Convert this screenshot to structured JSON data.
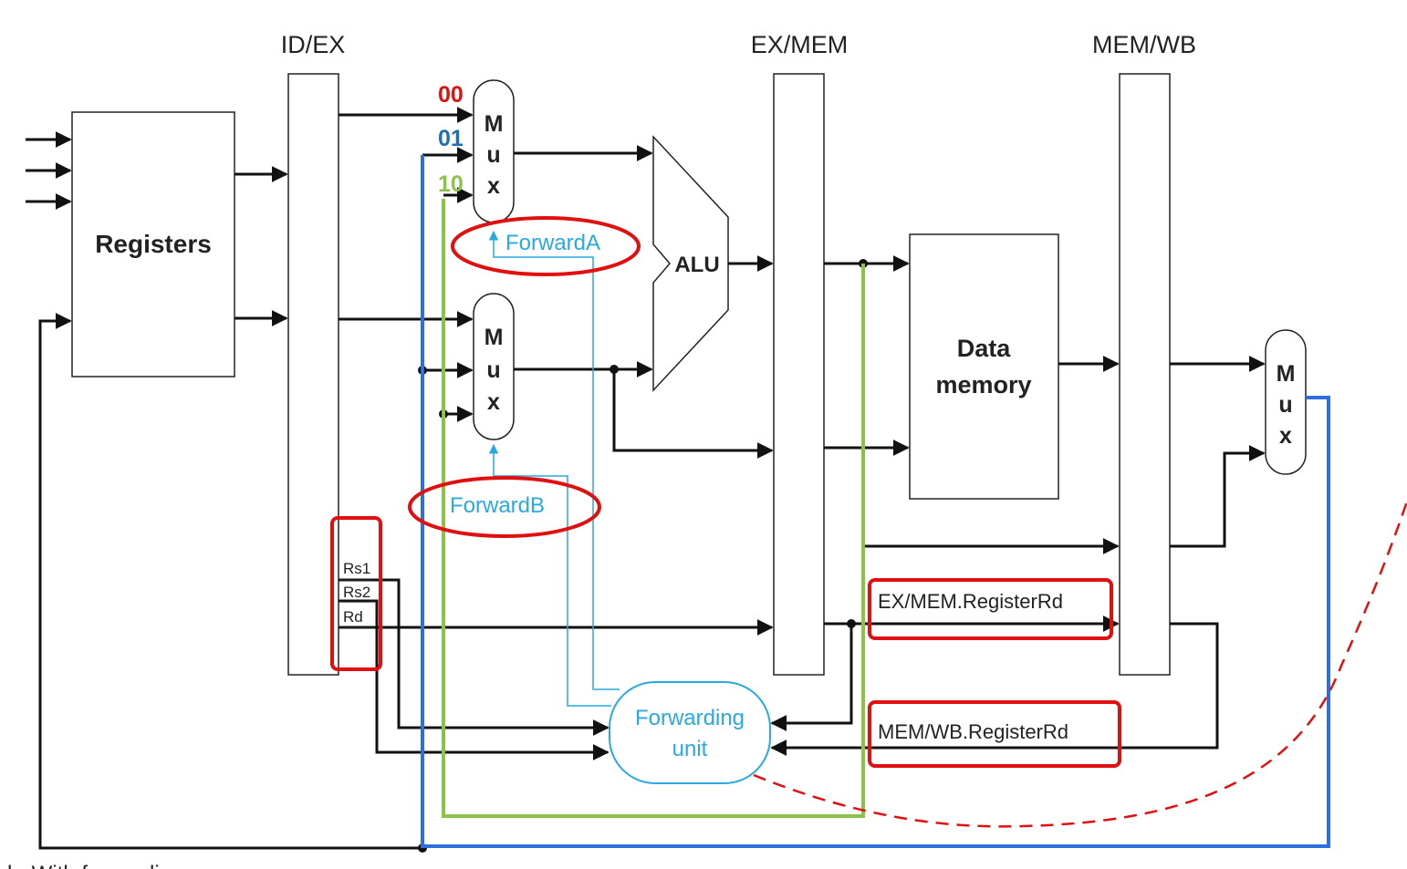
{
  "colors": {
    "wire": "#111111",
    "forward_control": "#29a9e0",
    "highlight": "#e01010",
    "mem_path": "#8bc34a",
    "wb_path": "#2e6fe0",
    "code_00": "#e01010",
    "code_01": "#1f6fb5",
    "code_10": "#8bc34a"
  },
  "pipeline_registers": {
    "id_ex": "ID/EX",
    "ex_mem": "EX/MEM",
    "mem_wb": "MEM/WB"
  },
  "blocks": {
    "registers": "Registers",
    "alu": "ALU",
    "data_memory_line1": "Data",
    "data_memory_line2": "memory",
    "forwarding_unit_line1": "Forwarding",
    "forwarding_unit_line2": "unit"
  },
  "mux": {
    "m": "M",
    "u": "u",
    "x": "x"
  },
  "mux_inputs": {
    "code_00": "00",
    "code_01": "01",
    "code_10": "10"
  },
  "control_signals": {
    "forward_a": "ForwardA",
    "forward_b": "ForwardB"
  },
  "id_ex_fields": {
    "rs1": "Rs1",
    "rs2": "Rs2",
    "rd": "Rd"
  },
  "register_labels": {
    "ex_mem_rd": "EX/MEM.RegisterRd",
    "mem_wb_rd": "MEM/WB.RegisterRd"
  },
  "caption_fragment": "b. With forwarding"
}
